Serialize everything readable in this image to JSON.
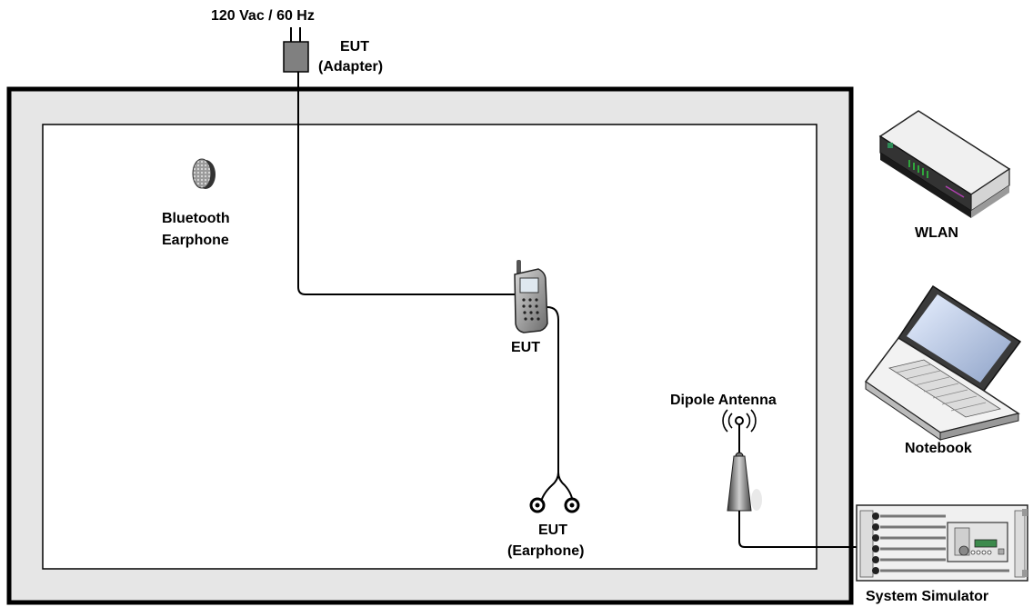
{
  "labels": {
    "power": "120 Vac / 60 Hz",
    "adapter_line1": "EUT",
    "adapter_line2": "(Adapter)",
    "bt_line1": "Bluetooth",
    "bt_line2": "Earphone",
    "eut_phone": "EUT",
    "earphone_line1": "EUT",
    "earphone_line2": "(Earphone)",
    "antenna": "Dipole Antenna",
    "wlan": "WLAN",
    "notebook": "Notebook",
    "simulator": "System Simulator"
  },
  "colors": {
    "chamber_outer": "#e6e6e6",
    "chamber_inner": "#ffffff",
    "line": "#000000",
    "adapter": "#808080"
  },
  "icons": [
    "power-plug-icon",
    "adapter-icon",
    "bluetooth-earphone-icon",
    "mobile-phone-icon",
    "earphone-icon",
    "dipole-antenna-icon",
    "wlan-router-icon",
    "notebook-icon",
    "system-simulator-icon"
  ]
}
